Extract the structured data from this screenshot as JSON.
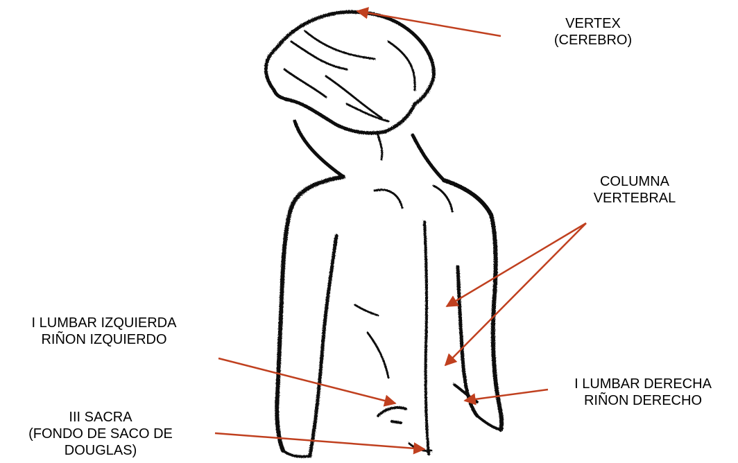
{
  "colors": {
    "arrow": "#c0401f",
    "ink": "#111111",
    "text": "#000000"
  },
  "labels": {
    "vertex": [
      "VERTEX",
      "(CEREBRO)"
    ],
    "columna": [
      "COLUMNA",
      "VERTEBRAL"
    ],
    "lumbar_izquierda": [
      "I LUMBAR IZQUIERDA",
      "RIÑON IZQUIERDO"
    ],
    "lumbar_derecha": [
      "I LUMBAR DERECHA",
      "RIÑON DERECHO"
    ],
    "sacra": [
      "III SACRA",
      "(FONDO DE SACO DE",
      "DOUGLAS)"
    ]
  },
  "figure": {
    "icon": "human-back-sketch-icon"
  }
}
